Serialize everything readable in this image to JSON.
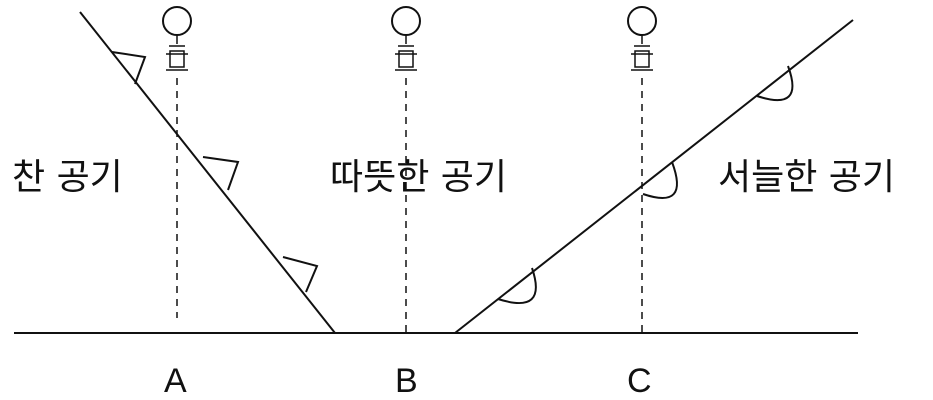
{
  "air_masses": {
    "cold": "찬 공기",
    "warm": "따뜻한 공기",
    "cool": "서늘한 공기"
  },
  "locations": {
    "a": "A",
    "b": "B",
    "c": "C"
  },
  "colors": {
    "line": "#111111",
    "background": "#ffffff"
  },
  "symbols": {
    "cold_front": "triangle-front-symbol",
    "warm_front": "semicircle-front-symbol",
    "observer": "balloon-observer-icon"
  }
}
